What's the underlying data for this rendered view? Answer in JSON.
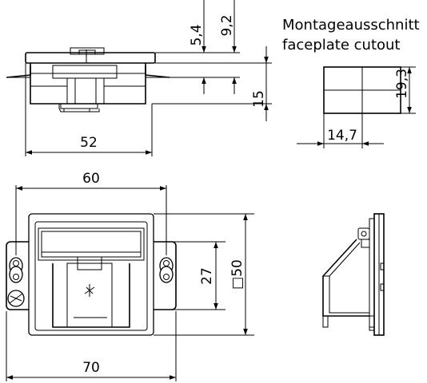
{
  "labels": {
    "title_de": "Montageausschnitt",
    "title_en": "faceplate cutout"
  },
  "dimensions": {
    "top_height_a": "5,4",
    "top_height_b": "9,2",
    "side_depth": "15",
    "side_width": "52",
    "cutout_height": "19,3",
    "cutout_width": "14,7",
    "front_inner_width": "60",
    "front_hole_spacing": "27",
    "front_square": "□50",
    "front_outer_width": "70"
  }
}
